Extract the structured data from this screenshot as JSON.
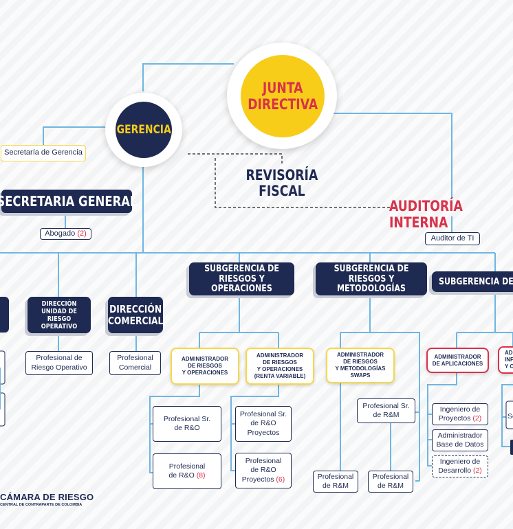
{
  "colors": {
    "navy": "#1f2a52",
    "yellow": "#f8cd1a",
    "red": "#d8324a",
    "line": "#6fb6e2"
  },
  "junta": "JUNTA\nDIRECTIVA",
  "gerencia": "GERENCIA",
  "secretaria_gerencia": "Secretaría de Gerencia",
  "revisoria": "REVISORÍA\nFISCAL",
  "auditoria": "AUDITORÍA INTERNA",
  "auditor_ti": "Auditor de TI",
  "secretaria_general": "SECRETARIA GENERAL",
  "abogado": "Abogado",
  "abogado_count": "(2)",
  "direccion_riesgo": "DIRECCIÓN\nUNIDAD DE RIESGO\nOPERATIVO",
  "direccion_comercial": "DIRECCIÓN\nCOMERCIAL",
  "sub_riesgos_op": "SUBGERENCIA DE\nRIESGOS Y OPERACIONES",
  "sub_riesgos_met": "SUBGERENCIA DE\nRIESGOS Y METODOLOGÍAS",
  "sub_te": "SUBGERENCIA DE TE",
  "prof_riesgo_op": "Profesional de\nRiesgo Operativo",
  "prof_comercial": "Profesional\nComercial",
  "adm_ryo": "ADMINISTRADOR\nDE RIESGOS\nY OPERACIONES",
  "adm_ryo_rv": "ADMINISTRADOR\nDE RIESGOS\nY OPERACIONES\n(RENTA VARIABLE)",
  "adm_rym": "ADMINISTRADOR\nDE RIESGOS\nY METODOLOGÍAS\nSWAPS",
  "adm_apps": "ADMINISTRADOR\nDE APLICACIONES",
  "adm_partial": "AD\nINF\nY O",
  "prof_sr_ro": "Profesional Sr.\nde R&O",
  "prof_ro": "Profesional\nde R&O",
  "prof_ro_count": "(8)",
  "prof_sr_ro_proy": "Profesional Sr.\nde R&O\nProyectos",
  "prof_ro_proy": "Profesional\nde R&O\nProyectos",
  "prof_ro_proy_count": "(6)",
  "prof_sr_rm": "Profesional Sr.\nde R&M",
  "prof_rm_a": "Profesional\nde R&M",
  "prof_rm_b": "Profesional\nde R&M",
  "ing_proyectos": "Ingeniero de\nProyectos",
  "ing_proyectos_count": "(2)",
  "adm_bd": "Administrador\nBase de Datos",
  "ing_desarrollo": "Ingeniero de\nDesarrollo",
  "ing_desarrollo_count": "(2)",
  "partial_se": "Se",
  "logo_name": "CÁMARA DE RIESGO",
  "logo_sub": "CENTRAL DE CONTRAPARTE DE COLOMBIA"
}
